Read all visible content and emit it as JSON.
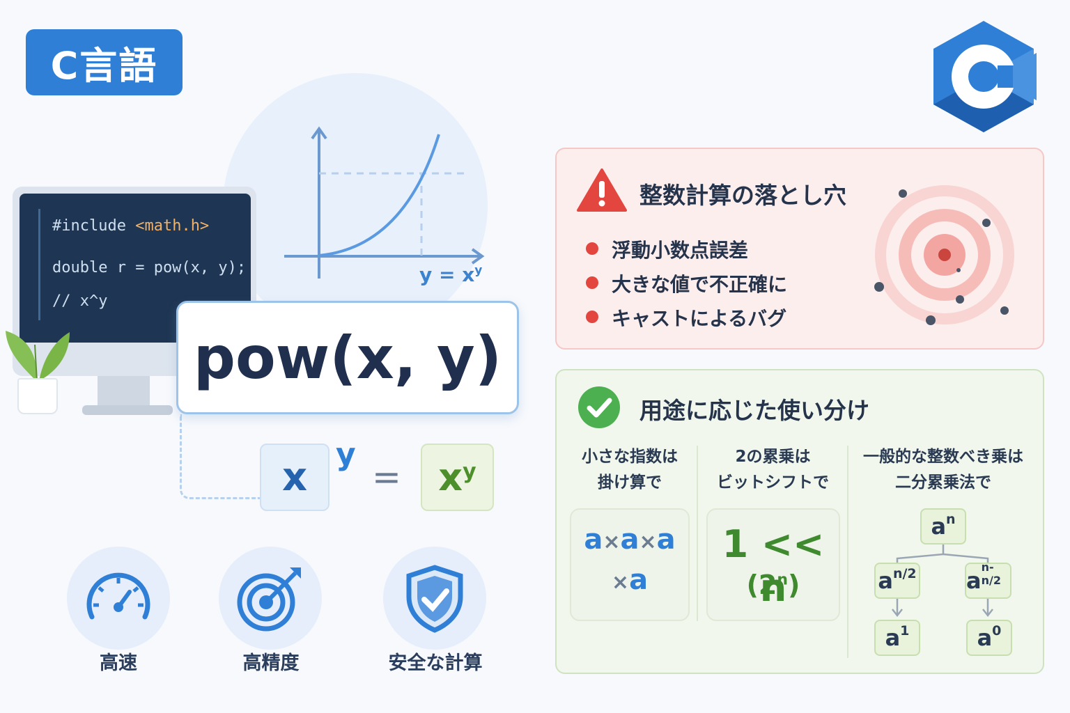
{
  "header": {
    "title": "C言語"
  },
  "code": {
    "line1_prefix": "#include ",
    "line1_header": "<math.h>",
    "line2": "double r = pow(x, y);",
    "line3": "// x^y"
  },
  "graph": {
    "label": "y = x",
    "label_sup": "y"
  },
  "pow_expr": "pow(x, y)",
  "formula": {
    "base": "x",
    "exp": "y",
    "eq": "=",
    "result_base": "x",
    "result_exp": "y"
  },
  "features": [
    {
      "label": "高速",
      "icon": "speedometer-icon"
    },
    {
      "label": "高精度",
      "icon": "target-icon"
    },
    {
      "label": "安全な計算",
      "icon": "shield-check-icon"
    }
  ],
  "pitfalls": {
    "title": "整数計算の落とし穴",
    "items": [
      "浮動小数点誤差",
      "大きな値で不正確に",
      "キャストによるバグ"
    ]
  },
  "usage": {
    "title": "用途に応じた使い分け",
    "columns": [
      {
        "head1": "小さな指数は",
        "head2": "掛け算で"
      },
      {
        "head1": "2の累乗は",
        "head2": "ビットシフトで"
      },
      {
        "head1": "一般的な整数べき乗は",
        "head2": "二分累乗法で"
      }
    ],
    "mult": {
      "a": "a",
      "times": "×"
    },
    "shift": {
      "main": "1 << n",
      "sub_open": "(2",
      "sub_exp": "n",
      "sub_close": ")"
    },
    "tree": {
      "root_base": "a",
      "root_exp": "n",
      "left_base": "a",
      "left_exp": "n/2",
      "right_base": "a",
      "right_exp": "n-n/2",
      "leaf1_base": "a",
      "leaf1_exp": "1",
      "leaf2_base": "a",
      "leaf2_exp": "0"
    }
  },
  "colors": {
    "brand_blue": "#2f7fd6",
    "warning_red": "#e2463f",
    "success_green": "#4caf50"
  }
}
